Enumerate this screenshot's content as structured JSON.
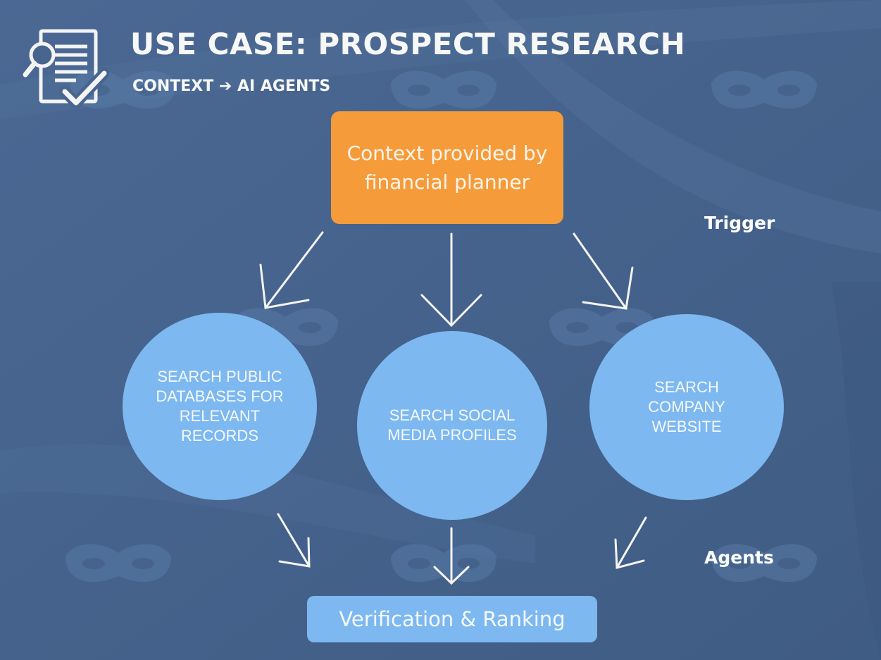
{
  "header": {
    "title": "USE CASE: PROSPECT RESEARCH",
    "subtitle": "CONTEXT ➔ AI AGENTS",
    "icon": "document-search-check-icon"
  },
  "diagram": {
    "trigger_node": "Context provided by financial planner",
    "trigger_label": "Trigger",
    "agents_label": "Agents",
    "agents": [
      "SEARCH PUBLIC DATABASES FOR RELEVANT RECORDS",
      "SEARCH SOCIAL MEDIA PROFILES",
      "SEARCH COMPANY WEBSITE"
    ],
    "result_node": "Verification & Ranking"
  },
  "colors": {
    "background": "#47658e",
    "trigger_box": "#f59b3a",
    "agent_circle": "#7db8f0",
    "text": "#ffffff"
  }
}
